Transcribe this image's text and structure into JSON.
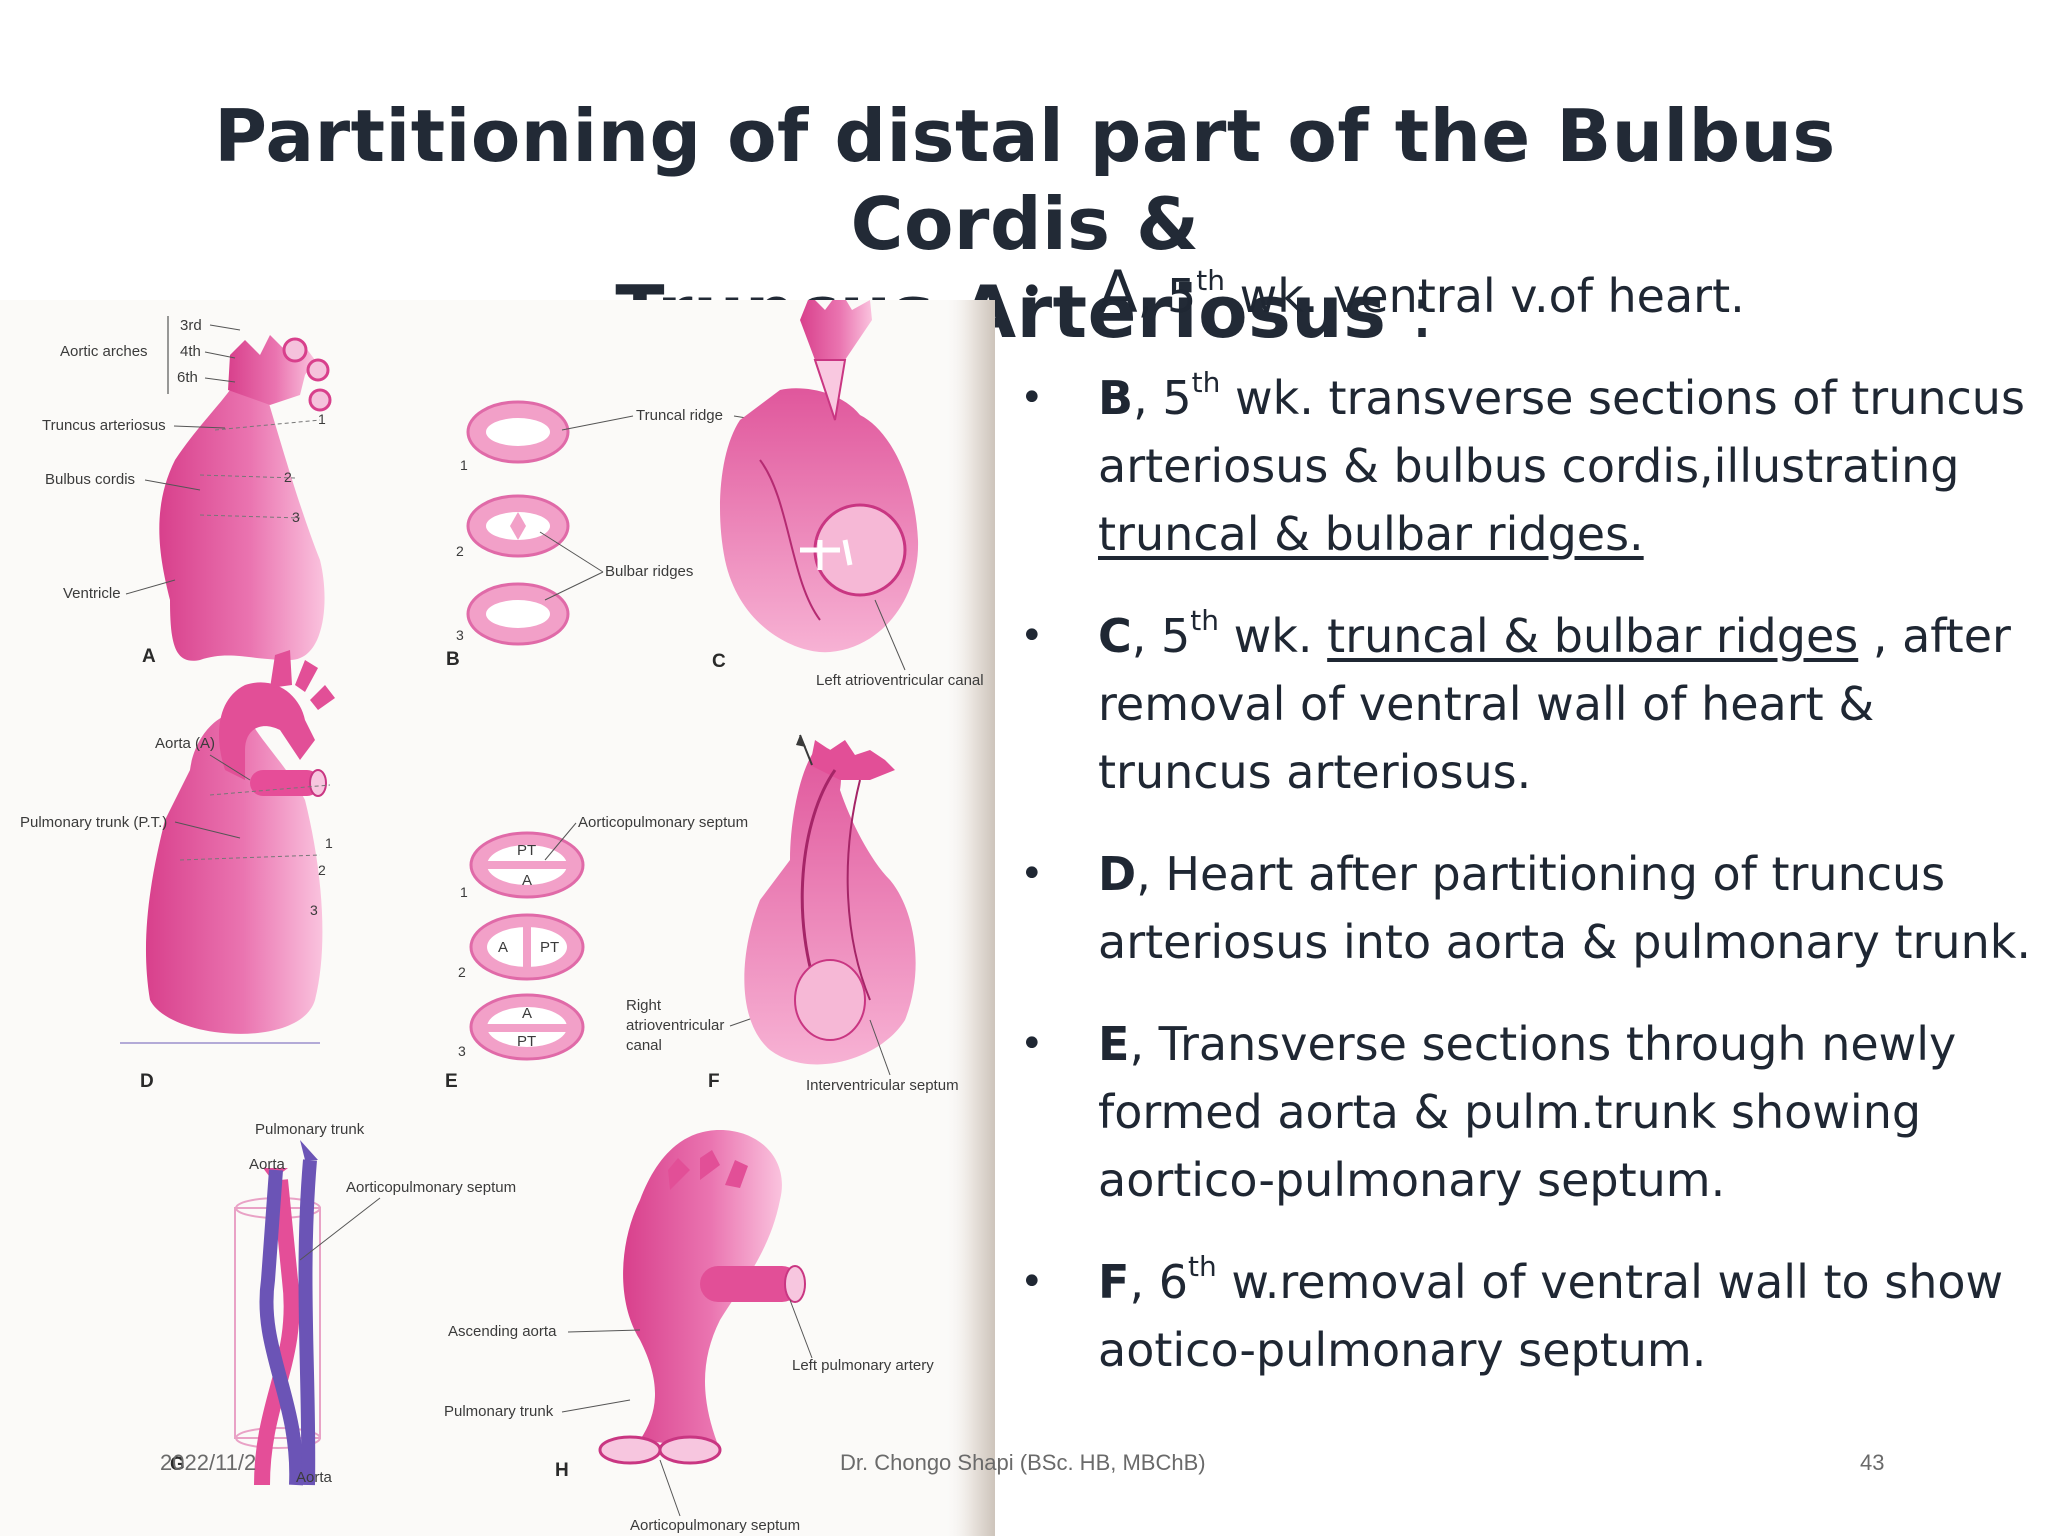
{
  "title": {
    "line1": "Partitioning of  distal part of the Bulbus Cordis &",
    "line2": "Truncus Arteriosus",
    "colon": " :"
  },
  "bullets": [
    {
      "letter": "A",
      "week_num": "5",
      "week_sup": "th",
      "rest": " wk. ventral v.of heart."
    },
    {
      "letter": "B",
      "week_num": "5",
      "week_sup": "th",
      "rest": " wk. transverse sections of truncus arteriosus & bulbus cordis,illustrating ",
      "underlined": "truncal & bulbar ridges."
    },
    {
      "letter": "C",
      "week_num": "5",
      "week_sup": "th",
      "pre": " wk. ",
      "underlined": "truncal & bulbar ridges",
      "rest": " , after removal of ventral wall of heart & truncus arteriosus."
    },
    {
      "letter": "D",
      "rest": ", Heart after partitioning of truncus arteriosus into aorta & pulmonary trunk."
    },
    {
      "letter": "E",
      "rest": ", Transverse sections through newly formed aorta & pulm.trunk showing aortico-pulmonary septum."
    },
    {
      "letter": "F",
      "week_num": "6",
      "week_sup": "th",
      "rest": " w.removal of ventral wall to show aotico-pulmonary septum."
    }
  ],
  "figure": {
    "labels": {
      "aortic_arches": "Aortic arches",
      "arch3": "3rd",
      "arch4": "4th",
      "arch6": "6th",
      "truncus": "Truncus arteriosus",
      "bulbus": "Bulbus cordis",
      "ventricle": "Ventricle",
      "truncal_ridge": "Truncal ridge",
      "bulbar_ridges": "Bulbar ridges",
      "left_av_canal": "Left atrioventricular canal",
      "aorta_a": "Aorta (A)",
      "pulm_trunk_pt": "Pulmonary trunk (P.T.)",
      "ap_septum": "Aorticopulmonary septum",
      "right_av_canal_1": "Right",
      "right_av_canal_2": "atrioventricular",
      "right_av_canal_3": "canal",
      "iv_septum": "Interventricular septum",
      "pulmonary_trunk": "Pulmonary trunk",
      "aorta": "Aorta",
      "ascending_aorta": "Ascending aorta",
      "left_pulm_artery": "Left pulmonary artery",
      "pt": "PT",
      "a": "A"
    },
    "panel_letters": [
      "A",
      "B",
      "C",
      "D",
      "E",
      "F",
      "G",
      "H"
    ],
    "level_numbers": [
      "1",
      "2",
      "3"
    ]
  },
  "footer": {
    "date": "2022/11/2",
    "author": "Dr. Chongo Shapi (BSc. HB, MBChB)",
    "page": "43"
  }
}
